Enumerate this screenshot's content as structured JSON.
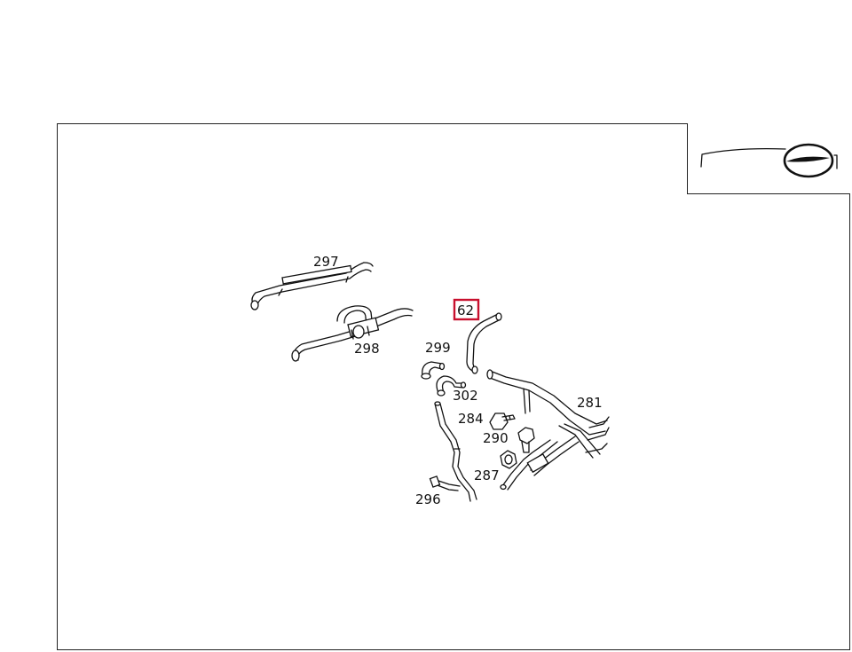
{
  "diagram": {
    "callouts": [
      {
        "id": "297",
        "label": "297"
      },
      {
        "id": "298",
        "label": "298"
      },
      {
        "id": "62",
        "label": "62",
        "highlighted": true
      },
      {
        "id": "299",
        "label": "299"
      },
      {
        "id": "302",
        "label": "302"
      },
      {
        "id": "281",
        "label": "281"
      },
      {
        "id": "284",
        "label": "284"
      },
      {
        "id": "290",
        "label": "290"
      },
      {
        "id": "287",
        "label": "287"
      },
      {
        "id": "296",
        "label": "296"
      }
    ],
    "highlight_color": "#c8102e",
    "line_color": "#111111"
  }
}
